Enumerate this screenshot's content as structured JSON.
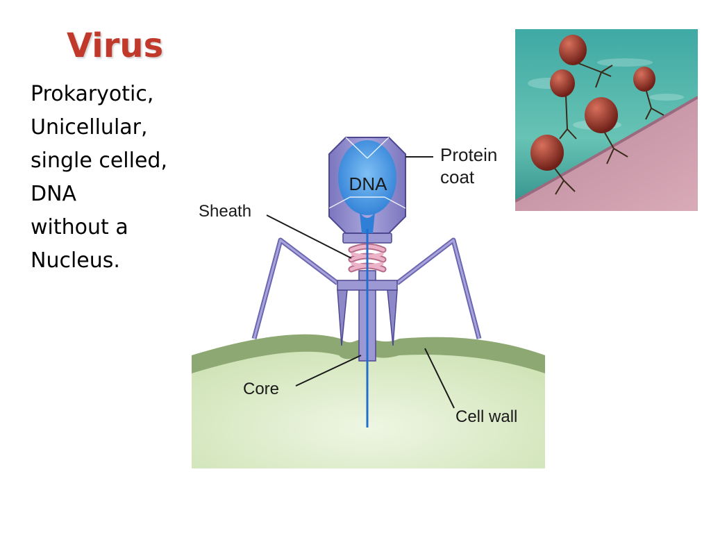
{
  "slide": {
    "title": "Virus",
    "body_lines": [
      "Prokaryotic,",
      "Unicellular,",
      "single celled,",
      "DNA",
      "without a",
      "Nucleus."
    ]
  },
  "diagram": {
    "labels": {
      "dna": "DNA",
      "protein_coat_line1": "Protein",
      "protein_coat_line2": "coat",
      "sheath": "Sheath",
      "core": "Core",
      "cell_wall": "Cell wall"
    }
  },
  "colors": {
    "title": "#c0392b",
    "head": "#8d88c8",
    "dna": "#2f7fd6",
    "sheath": "#e7a3bb",
    "cell": "#cfe3b5",
    "cell_wall": "#86a06a"
  }
}
